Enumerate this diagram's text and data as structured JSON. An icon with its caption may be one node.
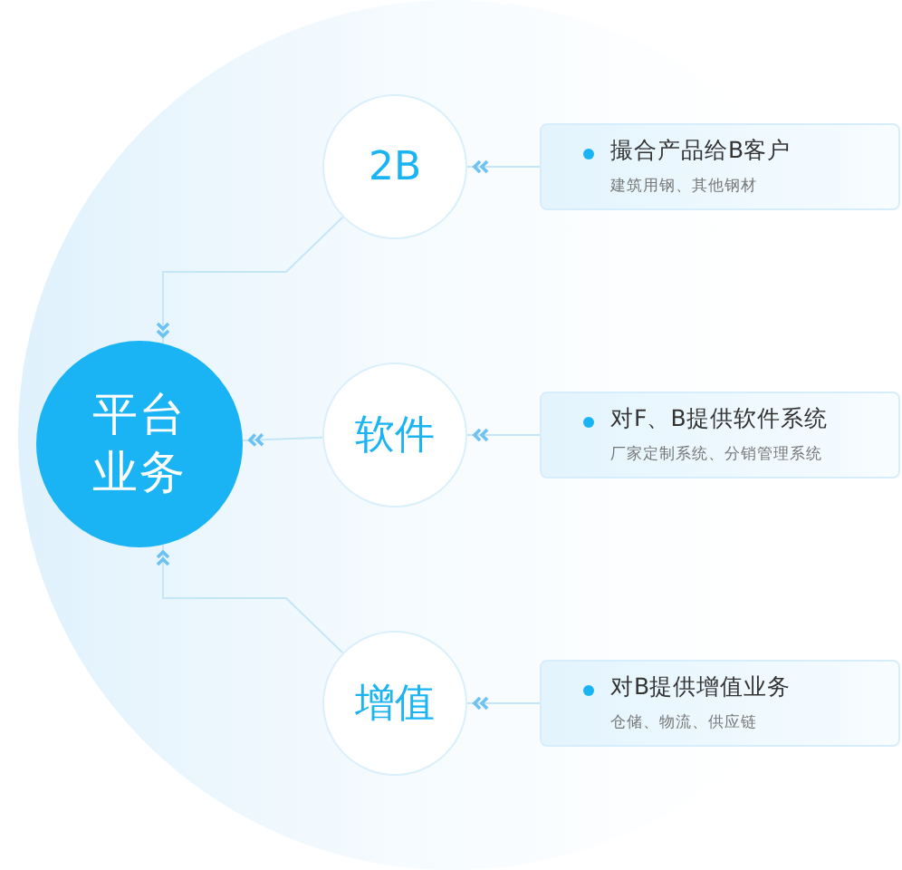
{
  "diagram": {
    "nodes": [
      {
        "text": [
          "平台业务"
        ]
      },
      {
        "text": [
          "2B"
        ]
      },
      {
        "text": [
          "软件"
        ]
      },
      {
        "text": [
          "增值"
        ]
      },
      {
        "text": [
          "撮合产品给B客户",
          "建筑用钢、其他钢材"
        ]
      },
      {
        "text": [
          "对F、B提供软件系统",
          "厂家定制系统、分销管理系统"
        ]
      },
      {
        "text": [
          "对B提供增值业务",
          "仓储、物流、供应链"
        ]
      }
    ],
    "edges": [
      {
        "from": 4,
        "to": 1,
        "arrow": "to"
      },
      {
        "from": 1,
        "to": 0,
        "arrow": "to"
      },
      {
        "from": 5,
        "to": 2,
        "arrow": "to"
      },
      {
        "from": 2,
        "to": 0,
        "arrow": "to"
      },
      {
        "from": 6,
        "to": 3,
        "arrow": "to"
      },
      {
        "from": 3,
        "to": 0,
        "arrow": "to"
      }
    ]
  }
}
